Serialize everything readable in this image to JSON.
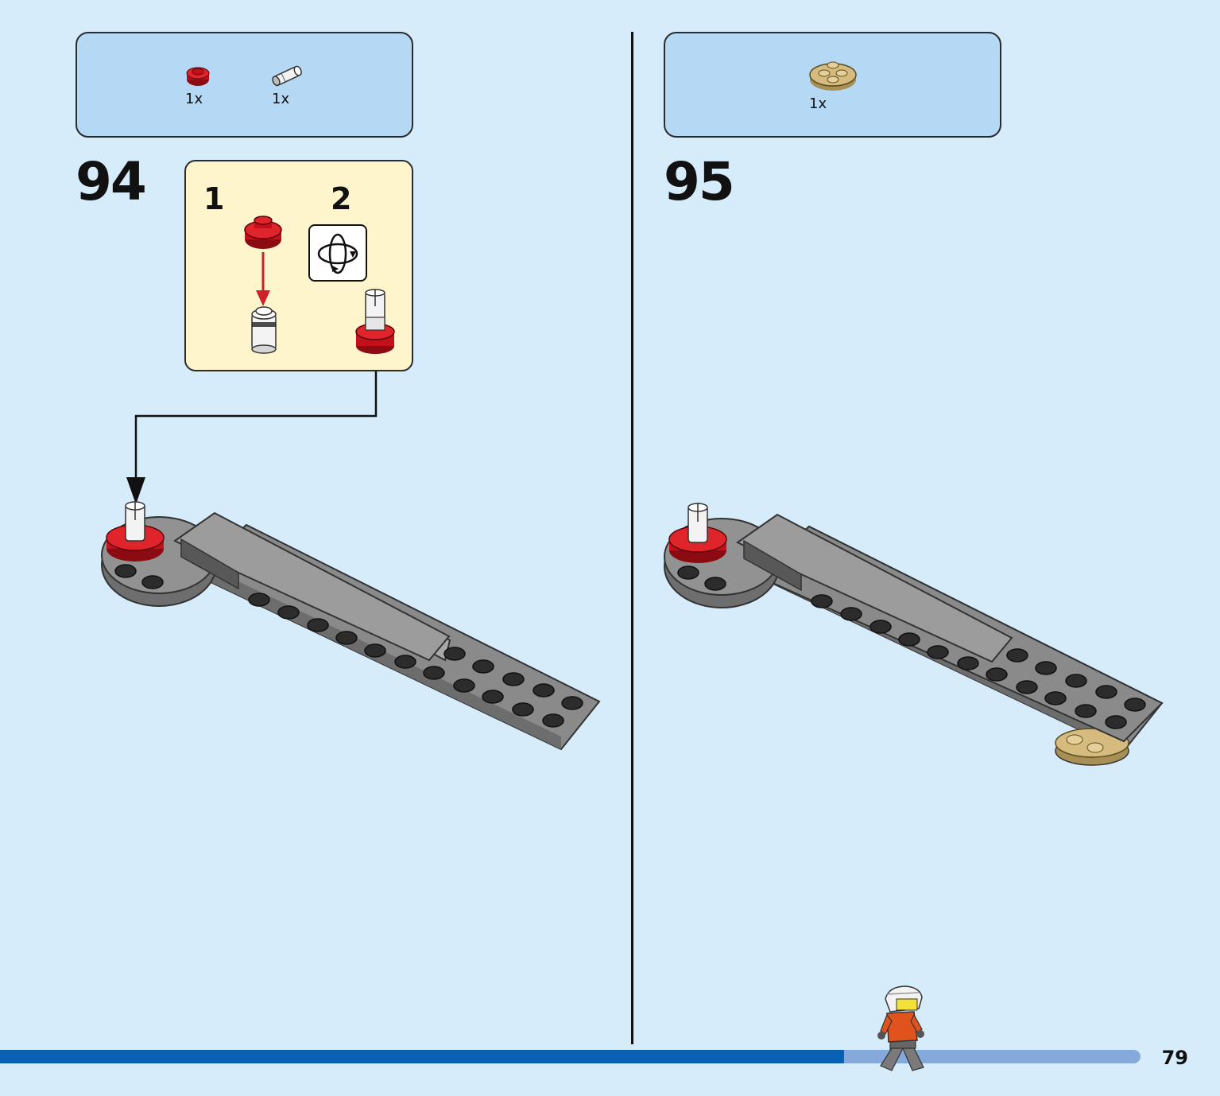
{
  "step94": {
    "number": "94",
    "parts": [
      {
        "name": "red-round-plate-icon",
        "qty": "1x"
      },
      {
        "name": "white-pin-connector-icon",
        "qty": "1x"
      }
    ],
    "substeps": [
      "1",
      "2"
    ],
    "rotate_icon": "rotate-icon"
  },
  "step95": {
    "number": "95",
    "parts": [
      {
        "name": "tan-round-plate-icon",
        "qty": "1x"
      }
    ]
  },
  "footer": {
    "page_number": "79",
    "progress": 0.74,
    "colors": {
      "progress_done": "#0a61b3",
      "progress_remaining": "#84a9da"
    }
  },
  "colors": {
    "background": "#d6ecfb",
    "parts_box": "#b5d8f5",
    "substep_box": "#fff5cc",
    "brick_gray": "#7e7e7e",
    "brick_red": "#c4101b",
    "brick_tan": "#d6bb7f"
  }
}
